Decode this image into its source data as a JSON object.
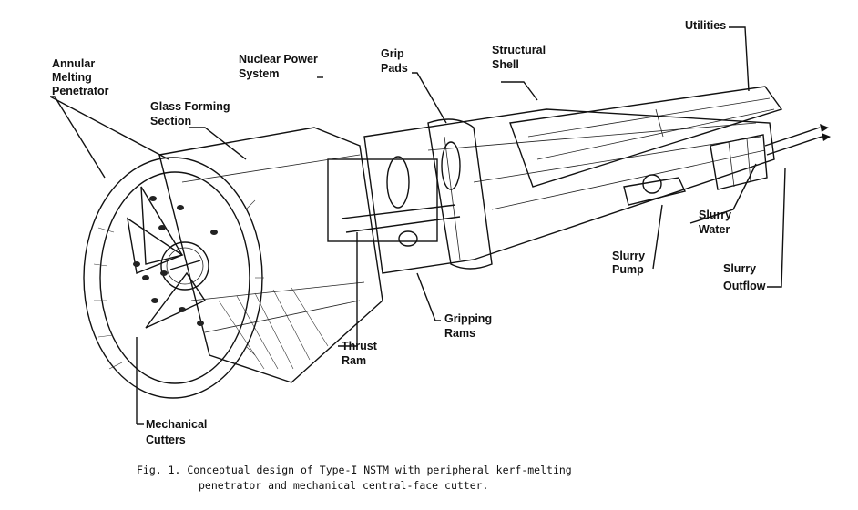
{
  "labels": {
    "annular_1": "Annular",
    "annular_2": "Melting",
    "annular_3": "Penetrator",
    "glass_1": "Glass Forming",
    "glass_2": "Section",
    "nuclear_1": "Nuclear Power",
    "nuclear_2": "System",
    "grip_1": "Grip",
    "grip_2": "Pads",
    "shell_1": "Structural",
    "shell_2": "Shell",
    "utilities": "Utilities",
    "water_1": "Slurry",
    "water_2": "Water",
    "pump_1": "Slurry",
    "pump_2": "Pump",
    "outflow_1": "Slurry",
    "outflow_2": "Outflow",
    "rams_1": "Gripping",
    "rams_2": "Rams",
    "thrust_1": "Thrust",
    "thrust_2": "Ram",
    "cutters_1": "Mechanical",
    "cutters_2": "Cutters"
  },
  "caption": {
    "line1": "Fig. 1.  Conceptual design of Type-I NSTM with peripheral kerf-melting",
    "line2": "penetrator and mechanical central-face cutter."
  }
}
